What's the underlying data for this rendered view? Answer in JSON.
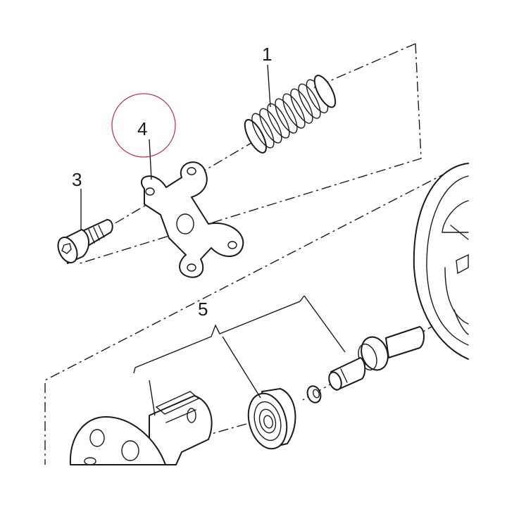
{
  "callouts": {
    "spring": "1",
    "screw": "3",
    "plate": "4",
    "shaft_assembly": "5"
  },
  "highlighted_part": "4",
  "colors": {
    "line": "#1a1a1a",
    "highlight_circle": "#c0394b",
    "background": "#ffffff"
  }
}
